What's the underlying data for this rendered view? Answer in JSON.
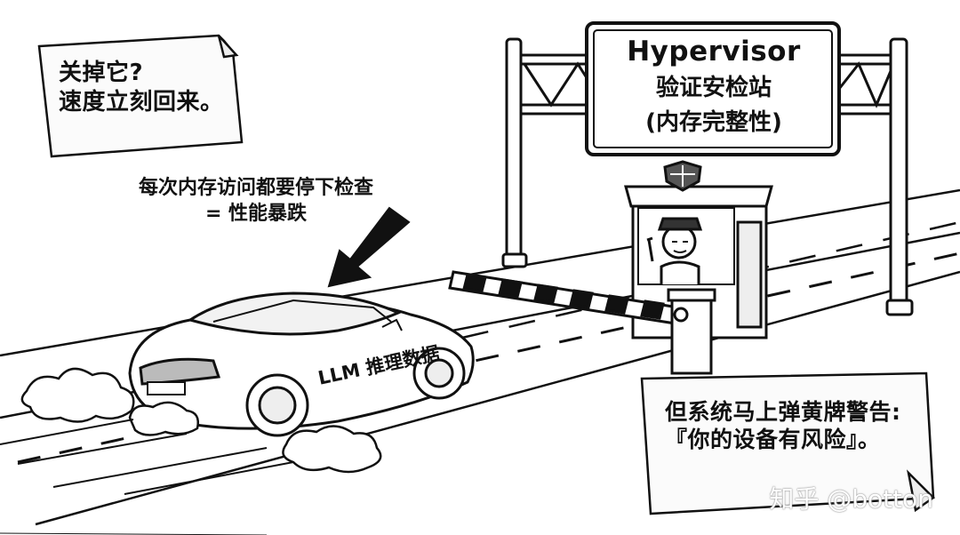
{
  "top_left_note": {
    "line1": "关掉它?",
    "line2": "速度立刻回来。"
  },
  "sign": {
    "title": "Hypervisor",
    "line2": "验证安检站",
    "line3": "(内存完整性)"
  },
  "warning": {
    "line1": "每次内存访问都要停下检查",
    "line2": "= 性能暴跌"
  },
  "car": {
    "label": "LLM 推理数据"
  },
  "bottom_right_note": {
    "line1": "但系统马上弹黄牌警告:",
    "line2": "『你的设备有风险』。"
  },
  "watermark": "知乎 @botton",
  "icons": {
    "booth_emblem": "shield-icon",
    "arrow": "down-left-arrow-icon"
  },
  "colors": {
    "ink": "#111111",
    "paper": "#ffffff",
    "note_bg": "#fbfbfb",
    "road_line": "#333333"
  }
}
